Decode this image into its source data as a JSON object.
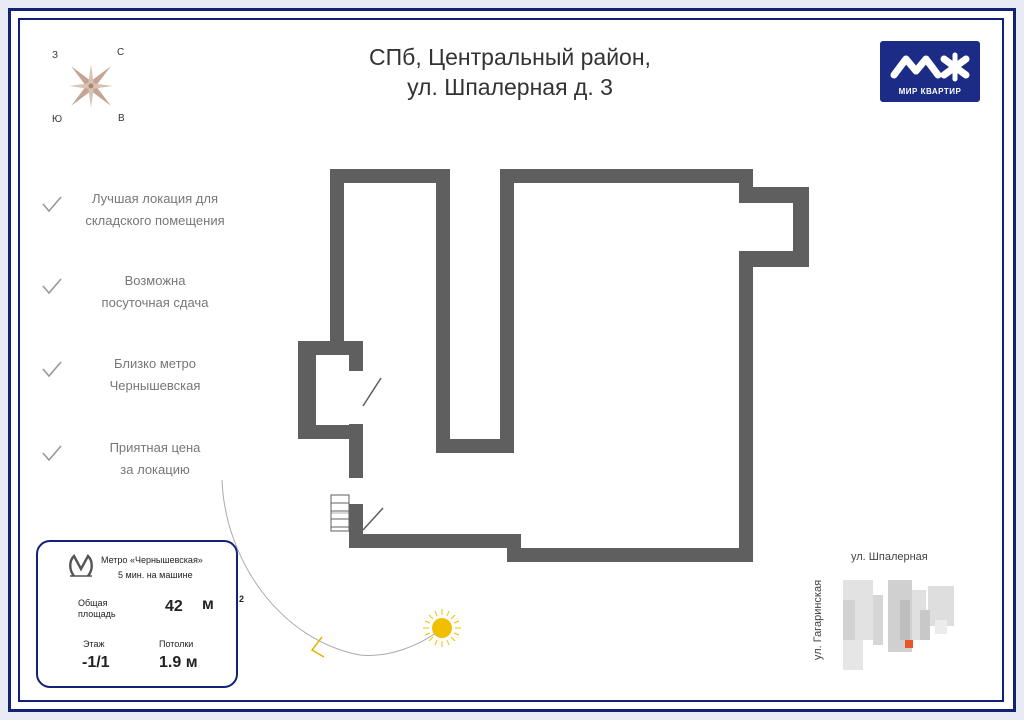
{
  "header": {
    "title_line1": "СПб, Центральный район,",
    "title_line2": "ул. Шпалерная д. 3"
  },
  "logo": {
    "text": "МИР КВАРТИР",
    "background_color": "#1c2b86"
  },
  "compass": {
    "icon": "compass-rose-icon",
    "north": "С",
    "south": "Ю",
    "east": "В",
    "west": "З"
  },
  "features": [
    {
      "line1": "Лучшая локация для",
      "line2": "складского помещения"
    },
    {
      "line1": "Возможна",
      "line2": "посуточная сдача"
    },
    {
      "line1": "Близко метро",
      "line2": "Чернышевская"
    },
    {
      "line1": "Приятная цена",
      "line2": "за локацию"
    }
  ],
  "info_card": {
    "metro_icon": "metro-logo-icon",
    "metro_name": "Метро «Чернышевская»",
    "metro_time": "5 мин. на машине",
    "area_label_line1": "Общая",
    "area_label_line2": "площадь",
    "area_value": "42",
    "area_unit": "м",
    "area_unit_sup": "2",
    "floor_label": "Этаж",
    "floor_value": "-1/1",
    "ceiling_label": "Потолки",
    "ceiling_value": "1.9 м"
  },
  "map": {
    "street_horizontal": "ул. Шпалерная",
    "street_vertical": "ул. Гагаринская",
    "marker_color": "#e8572a"
  },
  "colors": {
    "frame": "#13207a",
    "wall": "#5f5f5f",
    "sun": "#f0c000",
    "moon": "#f0c000"
  }
}
